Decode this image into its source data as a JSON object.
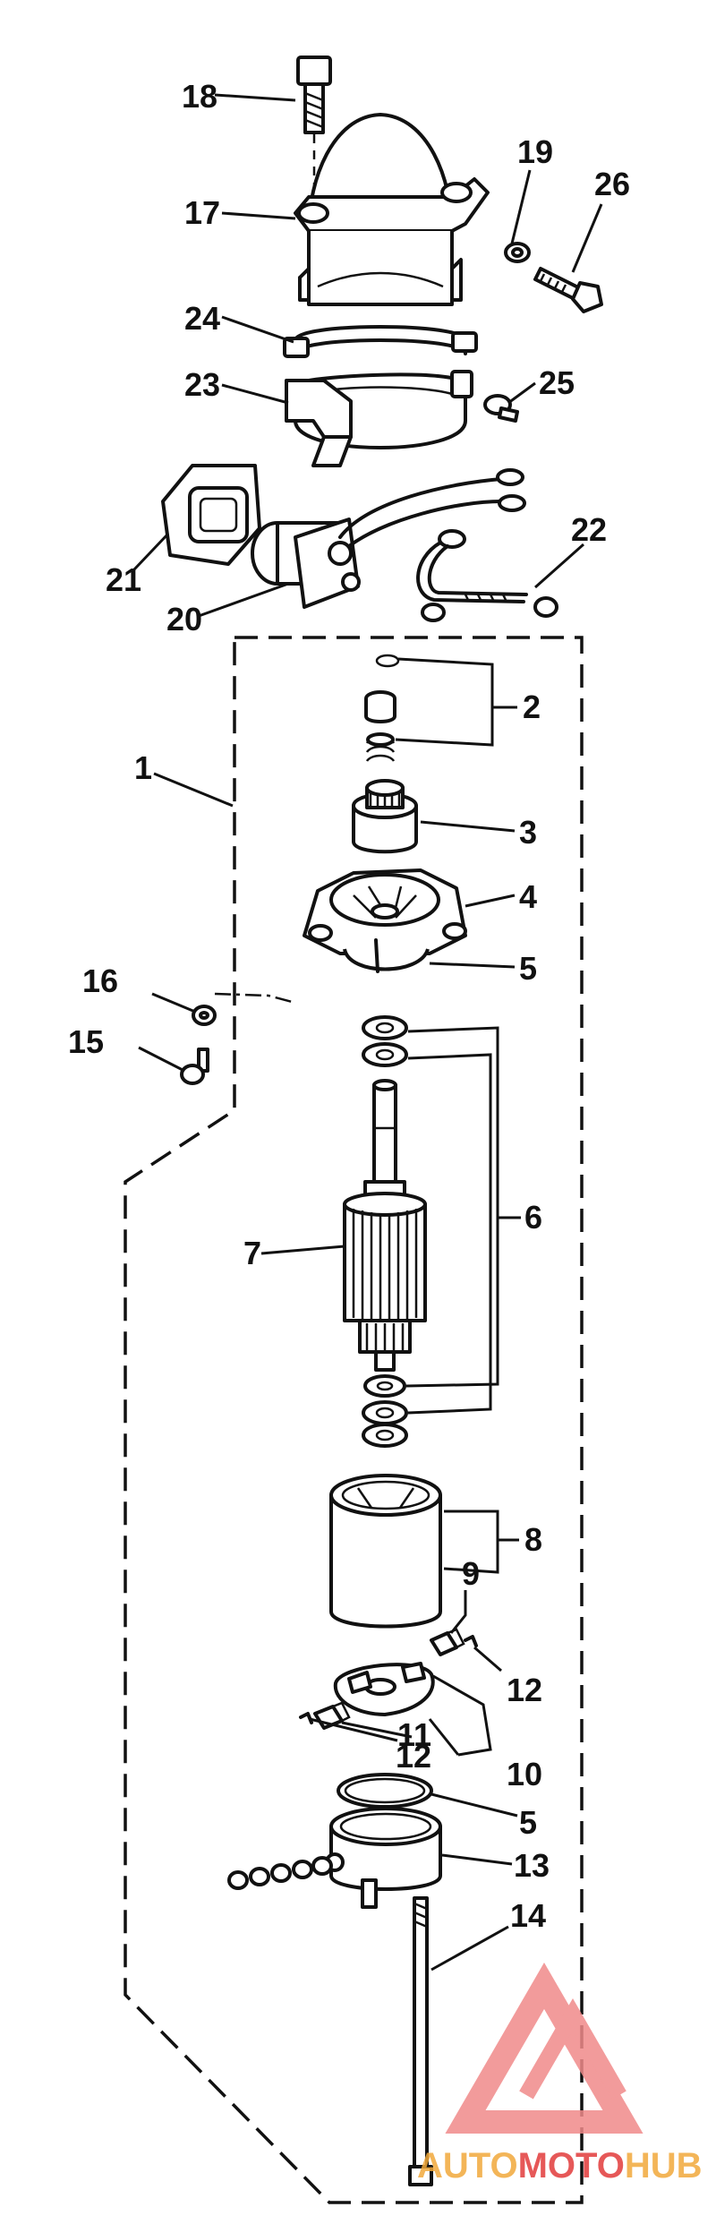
{
  "callouts": {
    "c1": "1",
    "c2": "2",
    "c3": "3",
    "c4": "4",
    "c5a": "5",
    "c5b": "5",
    "c6": "6",
    "c7": "7",
    "c8": "8",
    "c9": "9",
    "c10": "10",
    "c11": "11",
    "c12a": "12",
    "c12b": "12",
    "c13": "13",
    "c14": "14",
    "c15": "15",
    "c16": "16",
    "c17": "17",
    "c18": "18",
    "c19": "19",
    "c20": "20",
    "c21": "21",
    "c22": "22",
    "c23": "23",
    "c24": "24",
    "c25": "25",
    "c26": "26"
  },
  "watermark": {
    "part1": "AUTO",
    "part2": "MOTO",
    "part3": "HUB",
    "colors": {
      "primary": "#e23b3b",
      "secondary": "#f2a93b",
      "mark": "#f08a8a"
    }
  }
}
